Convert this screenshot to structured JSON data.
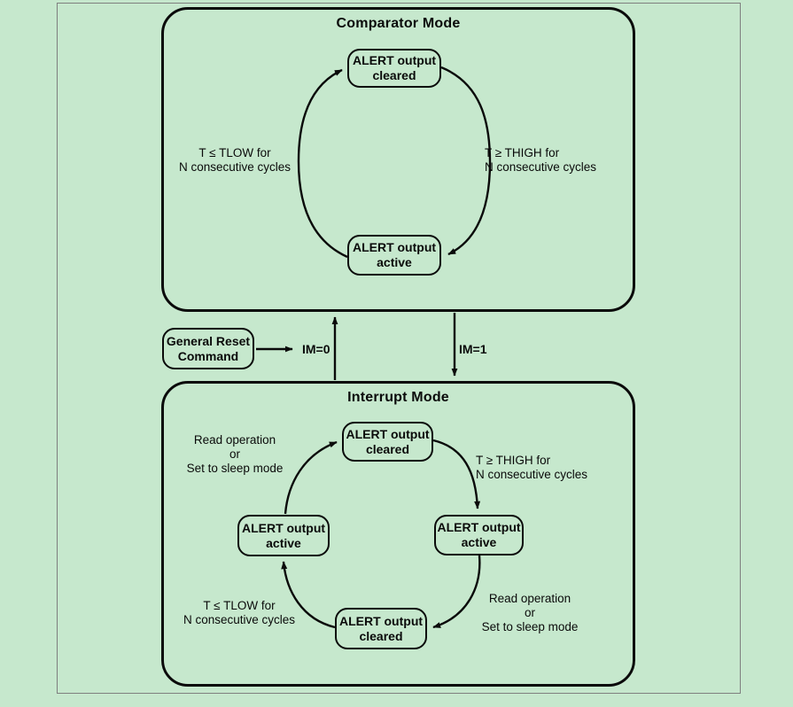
{
  "colors": {
    "background": "#c6e8cd",
    "line": "#0a0a0a",
    "frame_gray": "#7f7f7f"
  },
  "comparator": {
    "title": "Comparator Mode",
    "state_top": "ALERT output\ncleared",
    "state_bottom": "ALERT output\nactive",
    "label_left": "T ≤ TLOW for\nN consecutive cycles",
    "label_right": "T ≥ THIGH for\nN consecutive cycles"
  },
  "transition": {
    "reset_box": "General Reset\nCommand",
    "im0_label": "IM=0",
    "im1_label": "IM=1"
  },
  "interrupt": {
    "title": "Interrupt Mode",
    "state_top": "ALERT output\ncleared",
    "state_right": "ALERT output\nactive",
    "state_bottom": "ALERT output\ncleared",
    "state_left": "ALERT output\nactive",
    "label_top_left": "Read operation\nor\nSet to sleep mode",
    "label_top_right": "T ≥ THIGH for\nN consecutive cycles",
    "label_bottom_left": "T ≤ TLOW for\nN consecutive cycles",
    "label_bottom_right": "Read operation\nor\nSet to sleep mode"
  }
}
